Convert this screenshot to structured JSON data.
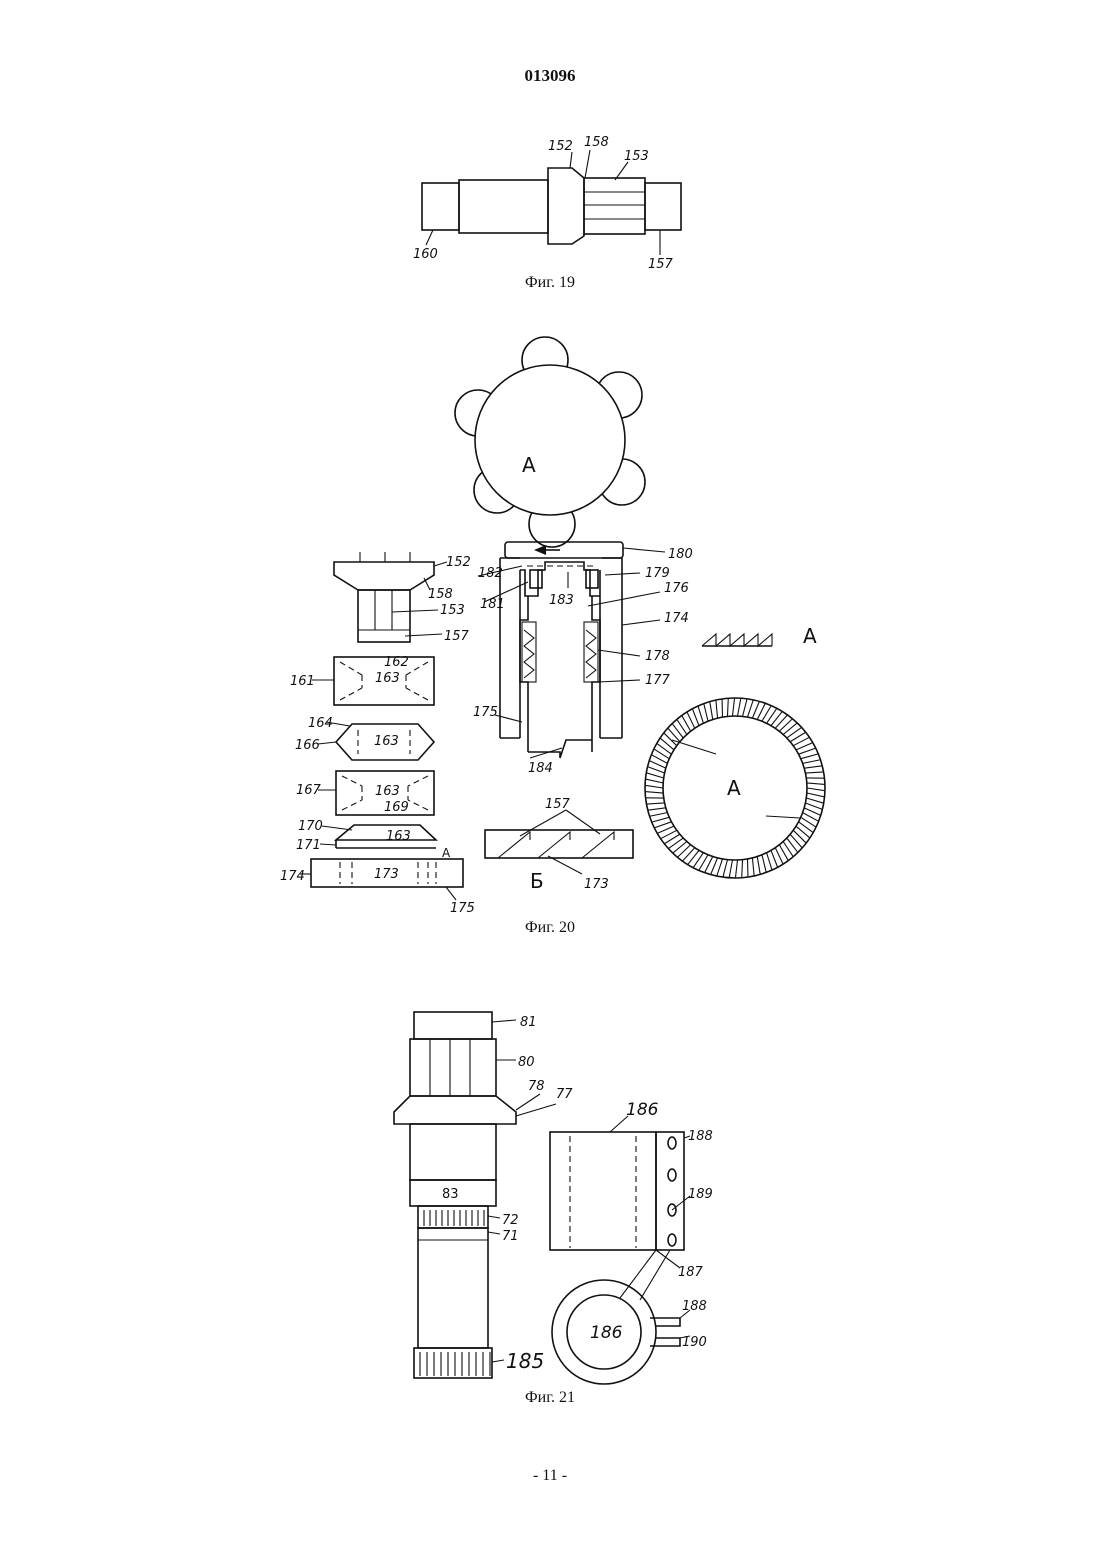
{
  "header": {
    "doc_number": "013096"
  },
  "fig19": {
    "caption": "Фиг. 19",
    "labels": {
      "l152": "152",
      "l158": "158",
      "l153": "153",
      "l160": "160",
      "l157": "157"
    }
  },
  "fig20": {
    "caption": "Фиг. 20",
    "labels": {
      "wheel_a": "A",
      "ring_a": "A",
      "teeth_a": "A",
      "small_a": "A",
      "b_label": "Б",
      "l180": "180",
      "l182": "182",
      "l179": "179",
      "l176": "176",
      "l181": "181",
      "l183": "183",
      "l174r": "174",
      "l178": "178",
      "l177": "177",
      "l175c": "175",
      "l184": "184",
      "l152": "152",
      "l158": "158",
      "l153": "153",
      "l157": "157",
      "l161": "161",
      "l162": "162",
      "l163a": "163",
      "l164": "164",
      "l166": "166",
      "l163b": "163",
      "l167": "167",
      "l163c": "163",
      "l169": "169",
      "l170": "170",
      "l171": "171",
      "l163d": "163",
      "l174": "174",
      "l173": "173",
      "l175": "175",
      "l157b": "157",
      "l173b": "173"
    }
  },
  "fig21": {
    "caption": "Фиг. 21",
    "labels": {
      "l81": "81",
      "l80": "80",
      "l78": "78",
      "l77": "77",
      "l83": "83",
      "l72": "72",
      "l71": "71",
      "l185": "185",
      "l186top": "186",
      "l188a": "188",
      "l189": "189",
      "l187": "187",
      "l188b": "188",
      "l190": "190",
      "l186ring": "186"
    }
  },
  "footer": {
    "page_number": "- 11 -"
  }
}
